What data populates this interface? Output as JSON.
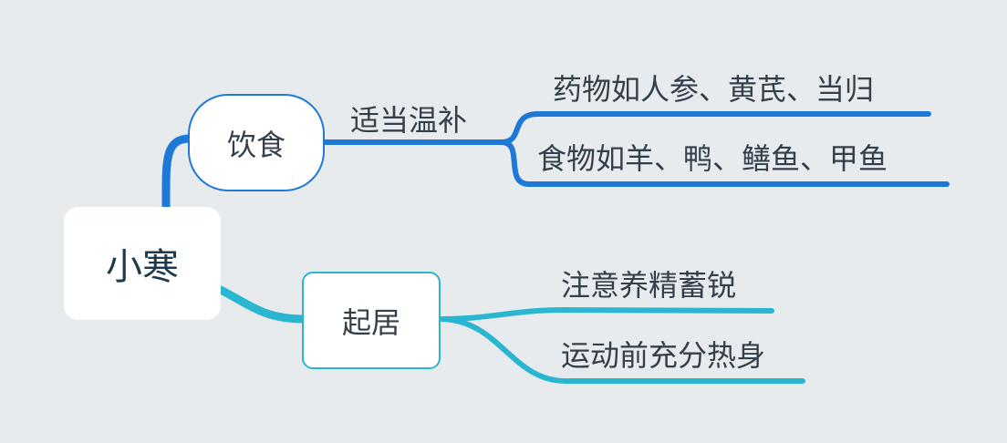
{
  "root": {
    "label": "小寒"
  },
  "branches": {
    "diet": {
      "label": "饮食",
      "color": "#1d78d6",
      "sub": {
        "label": "适当温补",
        "children": [
          "药物如人参、黄芪、当归",
          "食物如羊、鸭、鳝鱼、甲鱼"
        ]
      }
    },
    "living": {
      "label": "起居",
      "color": "#29b6d0",
      "children": [
        "注意养精蓄锐",
        "运动前充分热身"
      ]
    }
  }
}
